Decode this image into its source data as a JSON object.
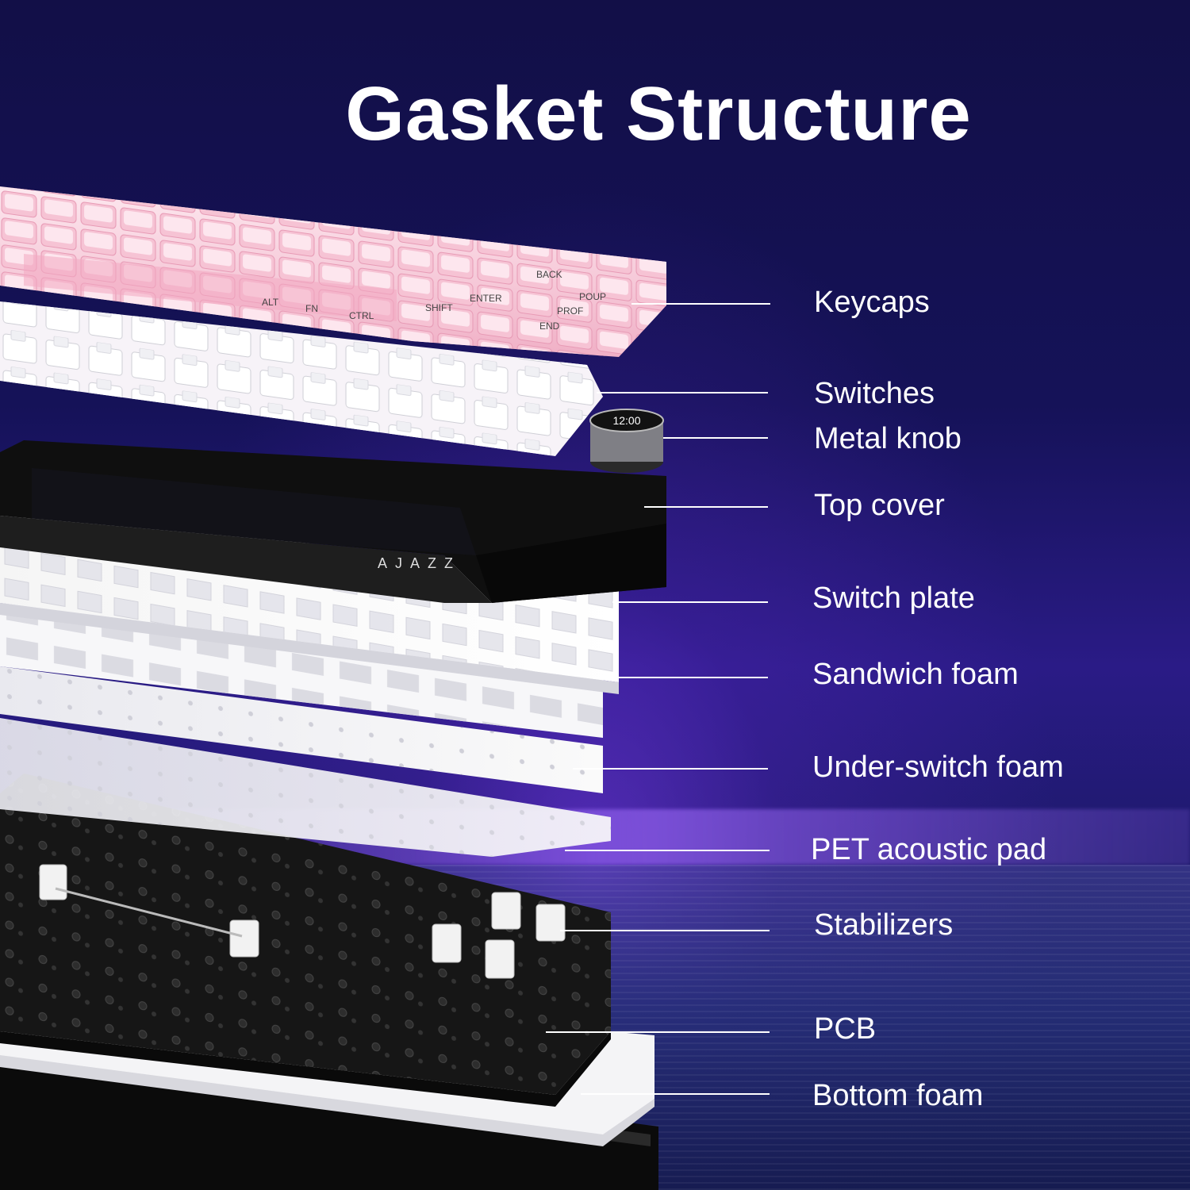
{
  "title": "Gasket Structure",
  "brand": "AJAZZ",
  "knob_display": "12:00",
  "callouts": [
    {
      "id": "keycaps",
      "label": "Keycaps"
    },
    {
      "id": "switches",
      "label": "Switches"
    },
    {
      "id": "metal-knob",
      "label": "Metal knob"
    },
    {
      "id": "top-cover",
      "label": "Top cover"
    },
    {
      "id": "switch-plate",
      "label": "Switch plate"
    },
    {
      "id": "sandwich-foam",
      "label": "Sandwich foam"
    },
    {
      "id": "under-switch-foam",
      "label": "Under-switch foam"
    },
    {
      "id": "pet-acoustic-pad",
      "label": "PET acoustic pad"
    },
    {
      "id": "stabilizers",
      "label": "Stabilizers"
    },
    {
      "id": "pcb",
      "label": "PCB"
    },
    {
      "id": "bottom-foam",
      "label": "Bottom foam"
    }
  ],
  "colors": {
    "background": "#151258",
    "keycap_pink": "#f2b9cc",
    "keycap_light": "#fde8ef",
    "switch": "#f5f5f5",
    "frame": "#111111",
    "plate": "#ffffff",
    "pcb": "#151515",
    "accent": "#7c3aed"
  },
  "keycap_legends": [
    "ALT",
    "FN",
    "CTRL",
    "SHIFT",
    "ENTER",
    "BACK",
    "POUP",
    "PROF",
    "END"
  ]
}
